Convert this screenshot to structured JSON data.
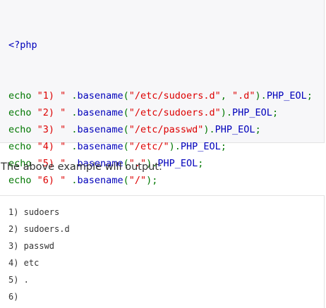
{
  "code": {
    "open_tag": "<?php",
    "close_tag": "?>",
    "lines": [
      {
        "kw": "echo ",
        "str1": "\"1) \"",
        "mid": " .",
        "fn": "basename",
        "p1": "(",
        "args": [
          {
            "s": "\"/etc/sudoers.d\""
          },
          {
            "sep": ", "
          },
          {
            "s": "\".d\""
          }
        ],
        "p2": ").",
        "const": "PHP_EOL",
        "end": ";"
      },
      {
        "kw": "echo ",
        "str1": "\"2) \"",
        "mid": " .",
        "fn": "basename",
        "p1": "(",
        "args": [
          {
            "s": "\"/etc/sudoers.d\""
          }
        ],
        "p2": ").",
        "const": "PHP_EOL",
        "end": ";"
      },
      {
        "kw": "echo ",
        "str1": "\"3) \"",
        "mid": " .",
        "fn": "basename",
        "p1": "(",
        "args": [
          {
            "s": "\"/etc/passwd\""
          }
        ],
        "p2": ").",
        "const": "PHP_EOL",
        "end": ";"
      },
      {
        "kw": "echo ",
        "str1": "\"4) \"",
        "mid": " .",
        "fn": "basename",
        "p1": "(",
        "args": [
          {
            "s": "\"/etc/\""
          }
        ],
        "p2": ").",
        "const": "PHP_EOL",
        "end": ";"
      },
      {
        "kw": "echo ",
        "str1": "\"5) \"",
        "mid": " .",
        "fn": "basename",
        "p1": "(",
        "args": [
          {
            "s": "\".\""
          }
        ],
        "p2": ").",
        "const": "PHP_EOL",
        "end": ";"
      },
      {
        "kw": "echo ",
        "str1": "\"6) \"",
        "mid": " .",
        "fn": "basename",
        "p1": "(",
        "args": [
          {
            "s": "\"/\""
          }
        ],
        "p2": ")",
        "const": "",
        "end": ";"
      }
    ]
  },
  "output_label": "The above example will output:",
  "output": {
    "lines": [
      "1) sudoers",
      "2) sudoers.d",
      "3) passwd",
      "4) etc",
      "5) .",
      "6)"
    ]
  }
}
